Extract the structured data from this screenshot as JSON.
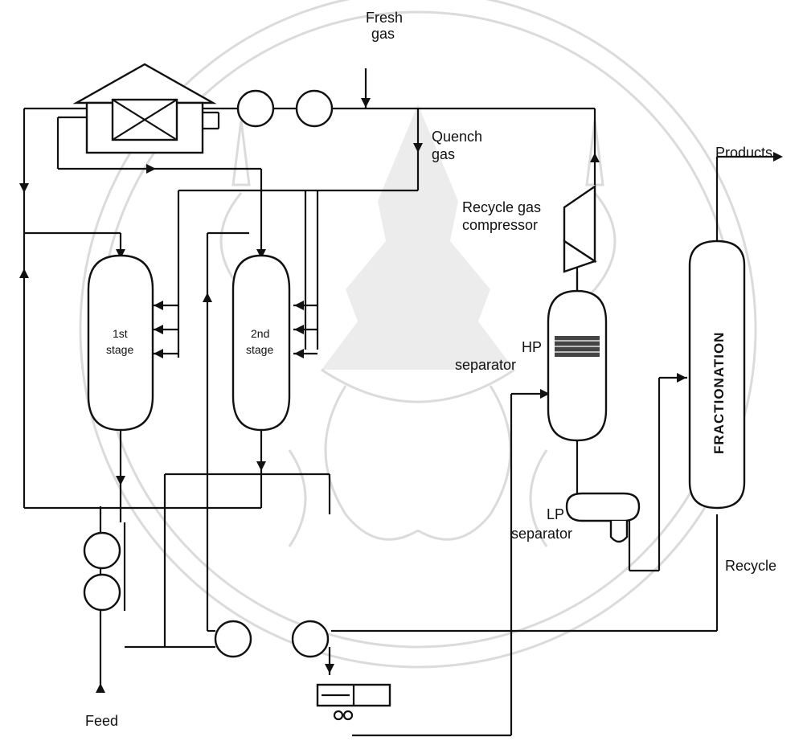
{
  "diagram": {
    "labels": {
      "fresh_gas_1": "Fresh",
      "fresh_gas_2": "gas",
      "quench_gas_1": "Quench",
      "quench_gas_2": "gas",
      "products": "Products",
      "recycle_gas_1": "Recycle gas",
      "recycle_gas_2": "compressor",
      "first_stage_1": "1st",
      "first_stage_2": "stage",
      "second_stage_1": "2nd",
      "second_stage_2": "stage",
      "hp_sep_1": "HP",
      "hp_sep_2": "separator",
      "fractionation": "FRACTIONATION",
      "lp_sep_1": "LP",
      "lp_sep_2": "separator",
      "recycle": "Recycle",
      "feed": "Feed"
    },
    "colors": {
      "ink": "#111111",
      "watermark": "#bdbdbd",
      "background": "#ffffff"
    }
  }
}
